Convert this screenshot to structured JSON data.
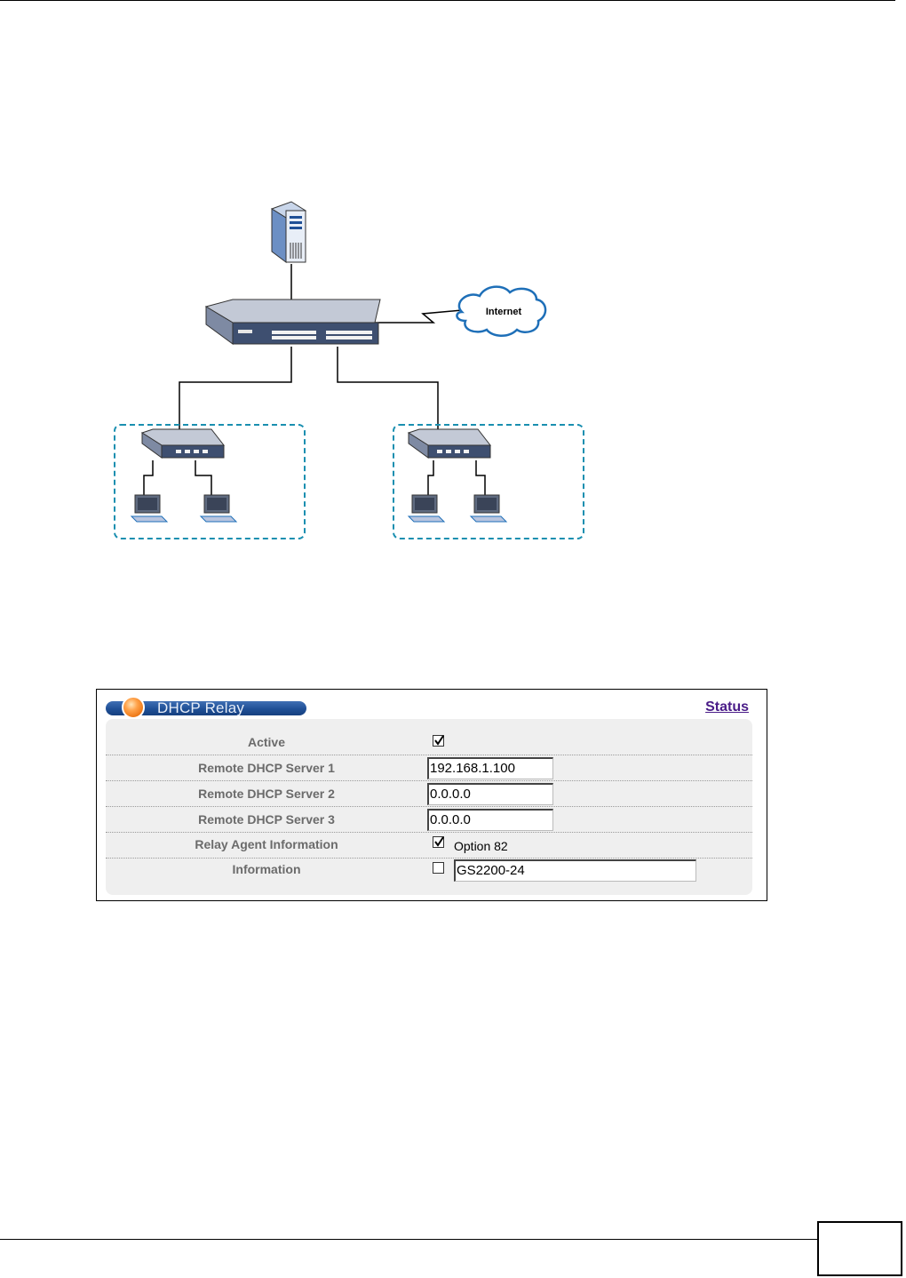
{
  "diagram": {
    "internet_label": "Internet"
  },
  "screen": {
    "title": "DHCP Relay",
    "status_link": "Status",
    "rows": [
      {
        "label": "Active",
        "checked": true
      },
      {
        "label": "Remote DHCP Server 1",
        "value": "192.168.1.100"
      },
      {
        "label": "Remote DHCP Server 2",
        "value": "0.0.0.0"
      },
      {
        "label": "Remote DHCP Server 3",
        "value": "0.0.0.0"
      },
      {
        "label": "Relay Agent Information",
        "checked": true,
        "option_text": "Option 82"
      },
      {
        "label": "Information",
        "checked": false,
        "value": "GS2200-24"
      }
    ]
  },
  "colors": {
    "title_bar": "#1f4f96",
    "status_link": "#4a1c88",
    "panel_bg": "#efefef",
    "dashed_group": "#1a8fb0"
  },
  "icons": [
    "server-icon",
    "switch-icon",
    "internet-cloud-icon",
    "computer-icon",
    "status-orb-icon",
    "checkbox-check-icon"
  ]
}
